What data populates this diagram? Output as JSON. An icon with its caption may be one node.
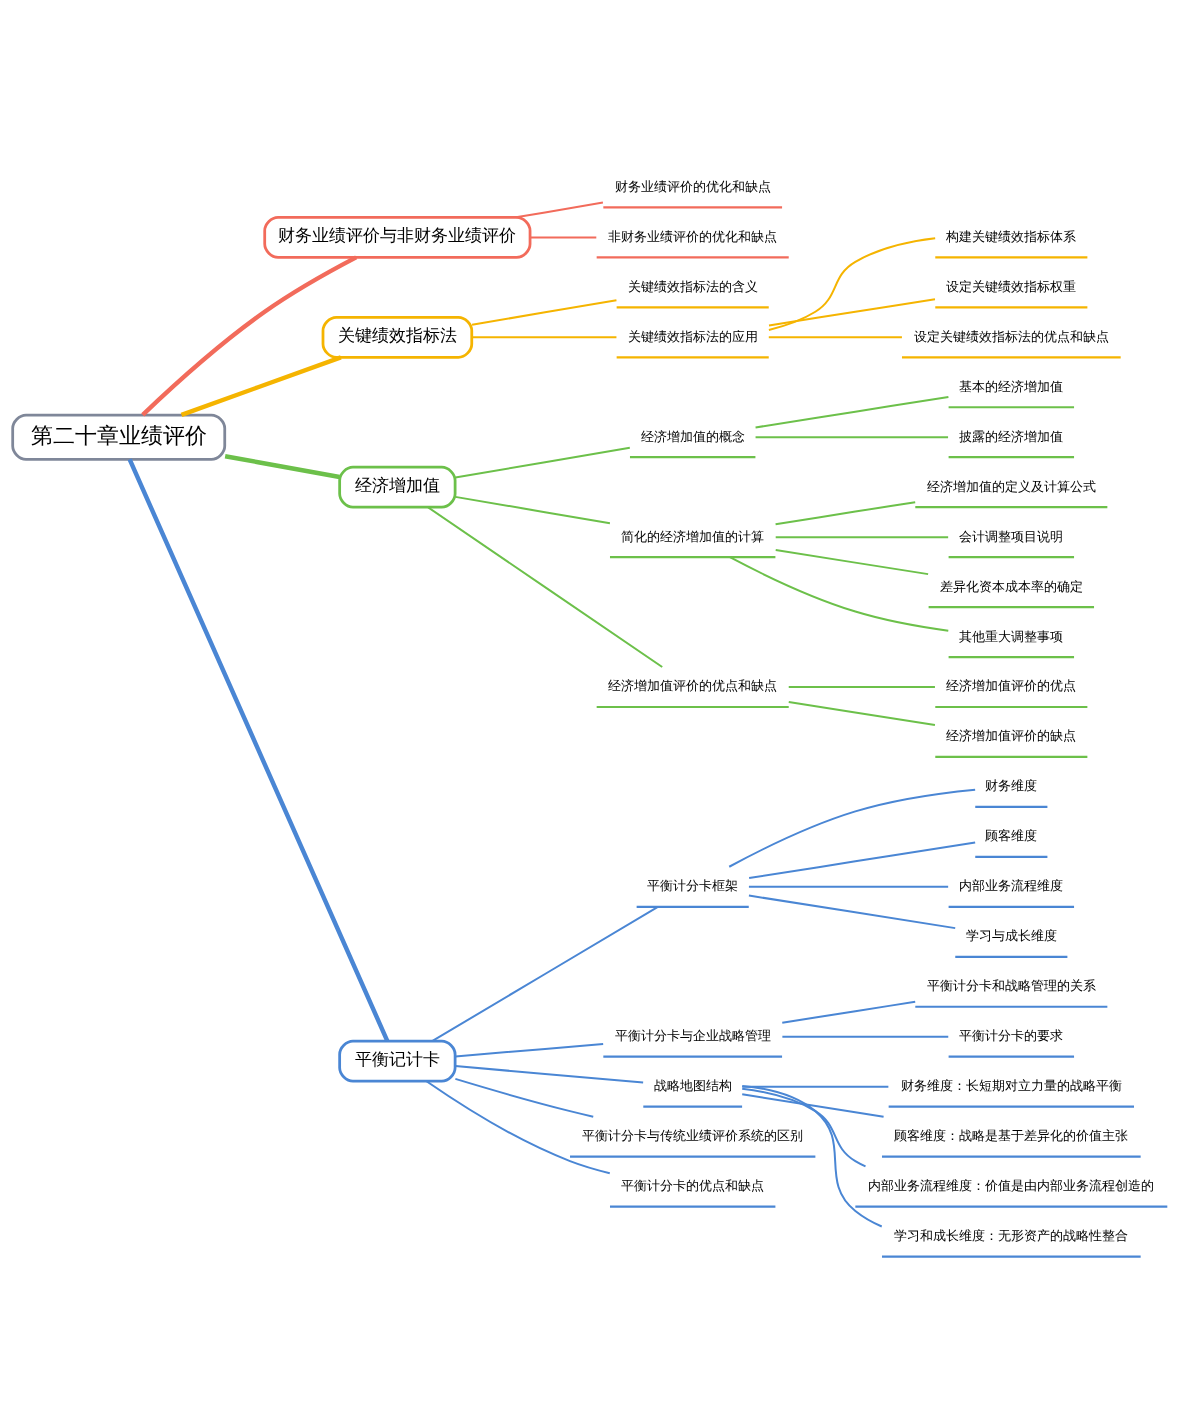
{
  "diagram": {
    "nodes": [
      {
        "text": [
          "第二十章业绩评价"
        ]
      },
      {
        "text": [
          "财务业绩评价与非财务业绩评价"
        ]
      },
      {
        "text": [
          "财务业绩评价的优化和缺点"
        ]
      },
      {
        "text": [
          "非财务业绩评价的优化和缺点"
        ]
      },
      {
        "text": [
          "关键绩效指标法"
        ]
      },
      {
        "text": [
          "关键绩效指标法的含义"
        ]
      },
      {
        "text": [
          "关键绩效指标法的应用"
        ]
      },
      {
        "text": [
          "构建关键绩效指标体系"
        ]
      },
      {
        "text": [
          "设定关键绩效指标权重"
        ]
      },
      {
        "text": [
          "设定关键绩效指标法的优点和缺点"
        ]
      },
      {
        "text": [
          "经济增加值"
        ]
      },
      {
        "text": [
          "经济增加值的概念"
        ]
      },
      {
        "text": [
          "基本的经济增加值"
        ]
      },
      {
        "text": [
          "披露的经济增加值"
        ]
      },
      {
        "text": [
          "简化的经济增加值的计算"
        ]
      },
      {
        "text": [
          "经济增加值的定义及计算公式"
        ]
      },
      {
        "text": [
          "会计调整项目说明"
        ]
      },
      {
        "text": [
          "差异化资本成本率的确定"
        ]
      },
      {
        "text": [
          "其他重大调整事项"
        ]
      },
      {
        "text": [
          "经济增加值评价的优点和缺点"
        ]
      },
      {
        "text": [
          "经济增加值评价的优点"
        ]
      },
      {
        "text": [
          "经济增加值评价的缺点"
        ]
      },
      {
        "text": [
          "平衡记计卡"
        ]
      },
      {
        "text": [
          "平衡计分卡框架"
        ]
      },
      {
        "text": [
          "财务维度"
        ]
      },
      {
        "text": [
          "顾客维度"
        ]
      },
      {
        "text": [
          "内部业务流程维度"
        ]
      },
      {
        "text": [
          "学习与成长维度"
        ]
      },
      {
        "text": [
          "平衡计分卡与企业战略管理"
        ]
      },
      {
        "text": [
          "平衡计分卡和战略管理的关系"
        ]
      },
      {
        "text": [
          "平衡计分卡的要求"
        ]
      },
      {
        "text": [
          "战略地图结构"
        ]
      },
      {
        "text": [
          "财务维度：长短期对立力量的战略平衡"
        ]
      },
      {
        "text": [
          "顾客维度：战略是基于差异化的价值主张"
        ]
      },
      {
        "text": [
          "内部业务流程维度：价值是由内部业务流程创造的"
        ]
      },
      {
        "text": [
          "学习和成长维度：无形资产的战略性整合"
        ]
      },
      {
        "text": [
          "平衡计分卡与传统业绩评价系统的区别"
        ]
      },
      {
        "text": [
          "平衡计分卡的优点和缺点"
        ]
      }
    ],
    "edges": [
      {
        "from": 0,
        "to": 1,
        "arrow": "none",
        "style": "thick",
        "color": "#f26b5b"
      },
      {
        "from": 1,
        "to": 2,
        "arrow": "none",
        "color": "#f26b5b"
      },
      {
        "from": 1,
        "to": 3,
        "arrow": "none",
        "color": "#f26b5b"
      },
      {
        "from": 0,
        "to": 4,
        "arrow": "none",
        "style": "thick",
        "color": "#f5b400"
      },
      {
        "from": 4,
        "to": 5,
        "arrow": "none",
        "color": "#f5b400"
      },
      {
        "from": 4,
        "to": 6,
        "arrow": "none",
        "color": "#f5b400"
      },
      {
        "from": 6,
        "to": 7,
        "arrow": "none",
        "color": "#f5b400"
      },
      {
        "from": 6,
        "to": 8,
        "arrow": "none",
        "color": "#f5b400"
      },
      {
        "from": 6,
        "to": 9,
        "arrow": "none",
        "color": "#f5b400"
      },
      {
        "from": 0,
        "to": 10,
        "arrow": "none",
        "style": "thick",
        "color": "#6cc04a"
      },
      {
        "from": 10,
        "to": 11,
        "arrow": "none",
        "color": "#6cc04a"
      },
      {
        "from": 11,
        "to": 12,
        "arrow": "none",
        "color": "#6cc04a"
      },
      {
        "from": 11,
        "to": 13,
        "arrow": "none",
        "color": "#6cc04a"
      },
      {
        "from": 10,
        "to": 14,
        "arrow": "none",
        "color": "#6cc04a"
      },
      {
        "from": 14,
        "to": 15,
        "arrow": "none",
        "color": "#6cc04a"
      },
      {
        "from": 14,
        "to": 16,
        "arrow": "none",
        "color": "#6cc04a"
      },
      {
        "from": 14,
        "to": 17,
        "arrow": "none",
        "color": "#6cc04a"
      },
      {
        "from": 14,
        "to": 18,
        "arrow": "none",
        "color": "#6cc04a"
      },
      {
        "from": 10,
        "to": 19,
        "arrow": "none",
        "color": "#6cc04a"
      },
      {
        "from": 19,
        "to": 20,
        "arrow": "none",
        "color": "#6cc04a"
      },
      {
        "from": 19,
        "to": 21,
        "arrow": "none",
        "color": "#6cc04a"
      },
      {
        "from": 0,
        "to": 22,
        "arrow": "none",
        "style": "thick"
      },
      {
        "from": 22,
        "to": 23,
        "arrow": "none"
      },
      {
        "from": 23,
        "to": 24,
        "arrow": "none"
      },
      {
        "from": 23,
        "to": 25,
        "arrow": "none"
      },
      {
        "from": 23,
        "to": 26,
        "arrow": "none"
      },
      {
        "from": 23,
        "to": 27,
        "arrow": "none"
      },
      {
        "from": 22,
        "to": 28,
        "arrow": "none"
      },
      {
        "from": 28,
        "to": 29,
        "arrow": "none"
      },
      {
        "from": 28,
        "to": 30,
        "arrow": "none"
      },
      {
        "from": 22,
        "to": 31,
        "arrow": "none"
      },
      {
        "from": 31,
        "to": 32,
        "arrow": "none"
      },
      {
        "from": 31,
        "to": 33,
        "arrow": "none"
      },
      {
        "from": 31,
        "to": 34,
        "arrow": "none"
      },
      {
        "from": 31,
        "to": 35,
        "arrow": "none"
      },
      {
        "from": 22,
        "to": 36,
        "arrow": "none"
      },
      {
        "from": 22,
        "to": 37,
        "arrow": "none"
      }
    ]
  }
}
